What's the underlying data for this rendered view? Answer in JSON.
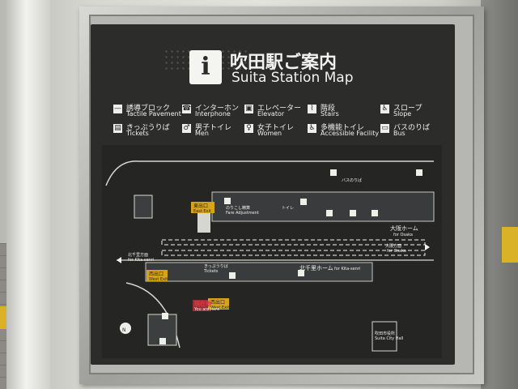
{
  "sign": {
    "title_ja": "吹田駅ご案内",
    "title_en": "Suita Station Map",
    "info_symbol": "i",
    "legend": [
      {
        "icon": "tactile-pavement-icon",
        "ja": "誘導ブロック",
        "en": "Tactile Pavement",
        "symbol": "—"
      },
      {
        "icon": "interphone-icon",
        "ja": "インターホン",
        "en": "Interphone",
        "symbol": "☎"
      },
      {
        "icon": "elevator-icon",
        "ja": "エレベーター",
        "en": "Elevator",
        "symbol": "▣"
      },
      {
        "icon": "stairs-icon",
        "ja": "階段",
        "en": "Stairs",
        "symbol": "⌇"
      },
      {
        "icon": "slope-icon",
        "ja": "スロープ",
        "en": "Slope",
        "symbol": "♿"
      },
      {
        "icon": "tickets-icon",
        "ja": "きっぷうりば",
        "en": "Tickets",
        "symbol": "▤"
      },
      {
        "icon": "men-icon",
        "ja": "男子トイレ",
        "en": "Men",
        "symbol": "♂"
      },
      {
        "icon": "women-icon",
        "ja": "女子トイレ",
        "en": "Women",
        "symbol": "♀"
      },
      {
        "icon": "accessible-facility-icon",
        "ja": "多機能トイレ",
        "en": "Accessible Facility",
        "symbol": "♿"
      },
      {
        "icon": "bus-icon",
        "ja": "バスのりば",
        "en": "Bus",
        "symbol": "▭"
      }
    ],
    "map": {
      "east_exit_ja": "東出口",
      "east_exit_en": "East Exit",
      "west_exit_ja": "西出口",
      "west_exit_en": "West Exit",
      "west_exit2_ja": "西出口",
      "west_exit2_en": "West Exit",
      "osaka_platform_ja": "大阪ホーム",
      "osaka_platform_en": "for Osaka",
      "kitasenri_platform_ja": "北千里ホーム",
      "kitasenri_platform_en": "for Kita-senri",
      "to_osaka_ja": "大阪方面",
      "to_osaka_en": "for Osaka",
      "to_kitasenri_ja": "北千里方面",
      "to_kitasenri_en": "for Kita-senri",
      "you_are_here_ja": "現在地",
      "you_are_here_en": "You are here",
      "bus_stop_ja": "バスのりば",
      "city_hall_ja": "吹田市役所",
      "city_hall_en": "Suita City Hall",
      "tickets_ja": "きっぷうりば",
      "tickets_en": "Tickets",
      "fare_ja": "のりこし精算",
      "fare_en": "Fare Adjustment",
      "toilet_ja": "トイレ",
      "north_symbol": "N"
    }
  }
}
